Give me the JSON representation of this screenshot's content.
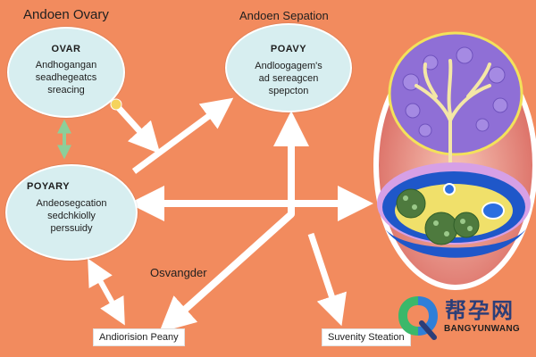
{
  "titles": {
    "left": "Andoen Ovary",
    "right": "Andoen Sepation"
  },
  "nodes": {
    "ovar": {
      "head": "OVAR",
      "line1": "Andhogangan",
      "line2": "seadhegeatcs",
      "line3": "sreacing"
    },
    "poavy": {
      "head": "POAVY",
      "line1": "Andloogagem's",
      "line2": "ad sereagcen",
      "line3": "spepcton"
    },
    "poyary": {
      "head": "POYARY",
      "line1": "Andeosegcation",
      "line2": "sedchkiolly",
      "line3": "perssuidy"
    }
  },
  "labels": {
    "middle": "Osvangder",
    "box_left": "Andiorision Peany",
    "box_right": "Suvenity Steation"
  },
  "watermark": {
    "cn": "帮孕网",
    "en": "BANGYUNWANG"
  },
  "colors": {
    "background": "#f28b5e",
    "bubble": "#d7eef0",
    "arrow": "#ffffff",
    "accent_green": "#8ccf9a",
    "organ_purple": "#8f6fd6",
    "organ_blue": "#1f57c9",
    "organ_yellow": "#f0e06a"
  }
}
